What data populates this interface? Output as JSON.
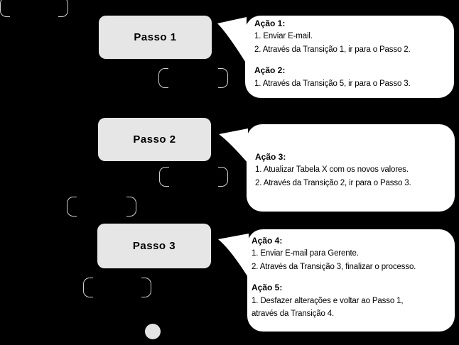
{
  "diagram": {
    "kind": "workflow-steps-with-action-callouts",
    "colors": {
      "background": "#000000",
      "step_fill": "#e6e6e6",
      "step_text": "#000000",
      "callout_fill": "#ffffff",
      "callout_text": "#000000",
      "placeholder_stroke": "#cfcfcf",
      "end_circle_fill": "#e3e3e3"
    },
    "steps": [
      {
        "label": "Passo 1"
      },
      {
        "label": "Passo 2"
      },
      {
        "label": "Passo 3"
      }
    ],
    "callouts": [
      {
        "sections": [
          {
            "title": "Ação 1:",
            "lines": [
              "1. Enviar E-mail.",
              "2. Através da Transição 1, ir para o Passo 2."
            ]
          },
          {
            "title": "Ação 2:",
            "lines": [
              "1. Através da Transição 5, ir para o Passo 3."
            ]
          }
        ]
      },
      {
        "sections": [
          {
            "title": "Ação 3:",
            "lines": [
              "1. Atualizar Tabela X com os novos valores.",
              "2. Através da Transição 2, ir para o Passo 3."
            ]
          }
        ]
      },
      {
        "sections": [
          {
            "title": "Ação 4:",
            "lines": [
              "1. Enviar E-mail para Gerente.",
              "2. Através da Transição 3, finalizar o processo."
            ]
          },
          {
            "title": "Ação 5:",
            "lines": [
              "1. Desfazer alterações e voltar ao Passo 1,",
              "através da Transição 4."
            ]
          }
        ]
      }
    ]
  }
}
